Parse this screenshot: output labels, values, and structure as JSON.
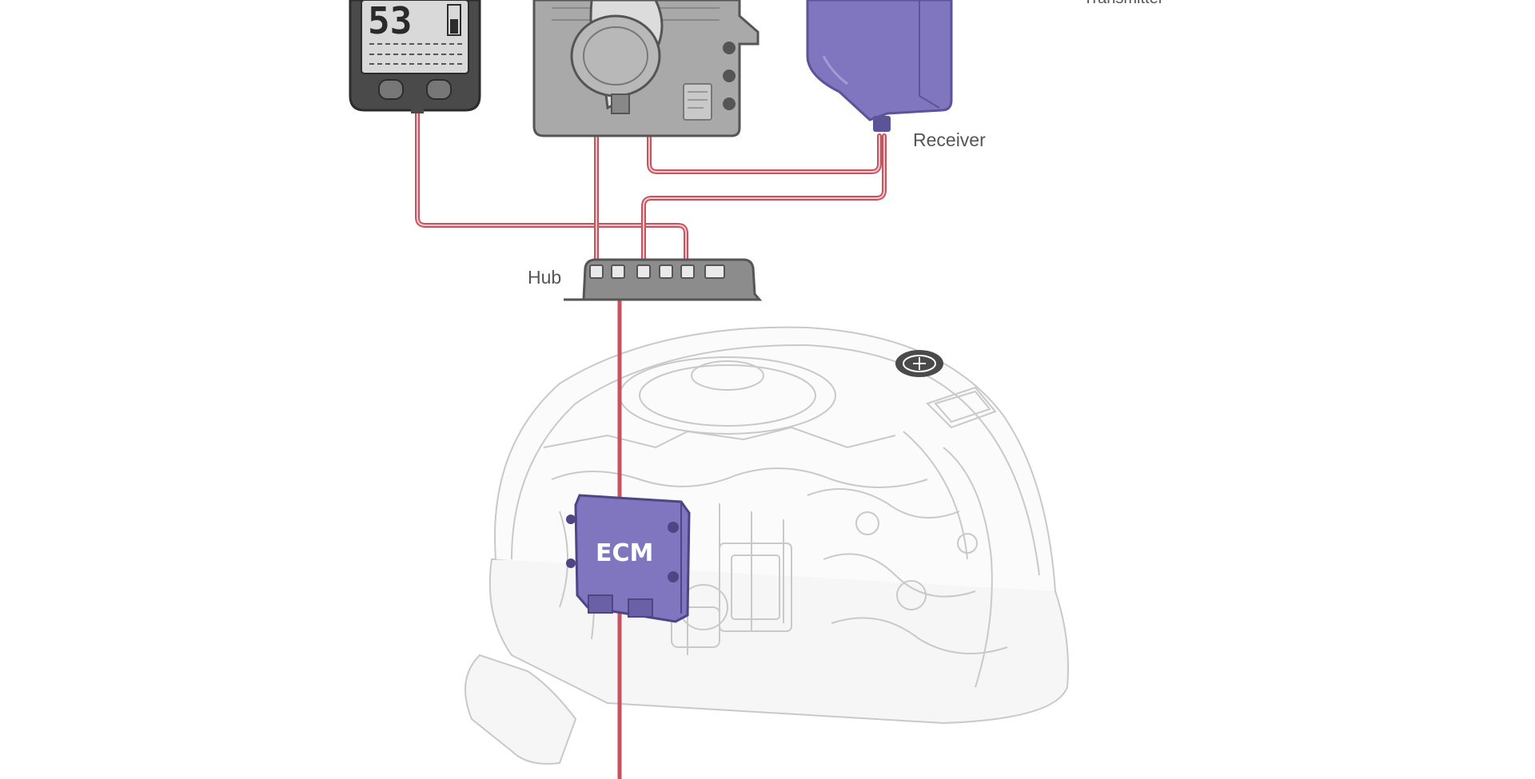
{
  "labels": {
    "receiver": "Receiver",
    "hub": "Hub",
    "ecm": "ECM",
    "transmitter_partial": "Transmitter"
  },
  "gauge": {
    "display_value": "53"
  },
  "colors": {
    "cable": "#c8535f",
    "module_purple": "#8075bf",
    "device_grey": "#a9a9a9",
    "outline": "#555555",
    "engine_line": "#c9c9c9"
  }
}
